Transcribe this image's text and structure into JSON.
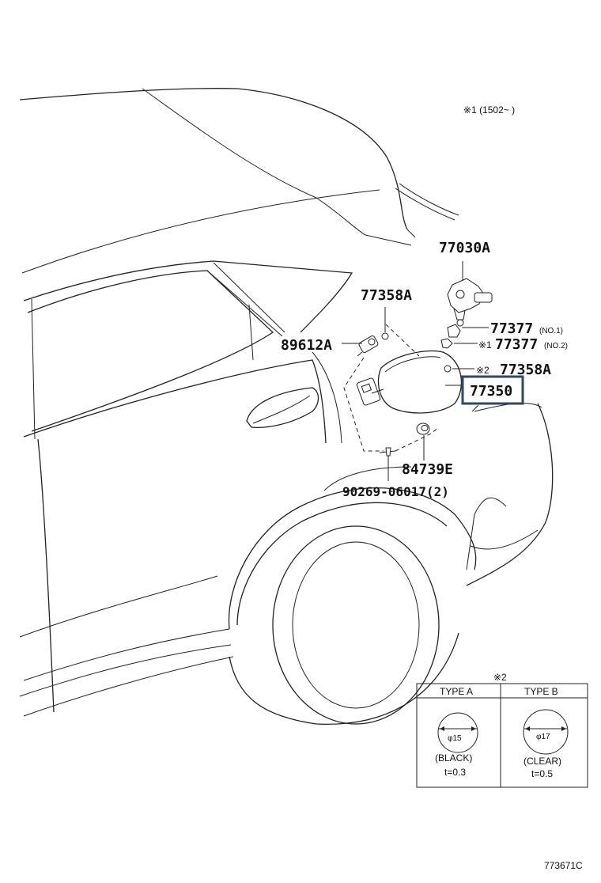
{
  "note_top": "※1 (1502~      )",
  "diagram_code": "773671C",
  "parts": {
    "p77030A": "77030A",
    "p77358A_top": "77358A",
    "p89612A": "89612A",
    "p77377_1": "77377",
    "p77377_1_tag": "(NO.1)",
    "p77377_2_prefix": "※1",
    "p77377_2": "77377",
    "p77377_2_tag": "(NO.2)",
    "p77358A_right_prefix": "※2",
    "p77358A_right": "77358A",
    "p77350": "77350",
    "p84739E": "84739E",
    "p90269": "90269-06017(2)"
  },
  "legend": {
    "title": "※2",
    "type_a": {
      "header": "TYPE A",
      "diameter": "φ15",
      "color": "(BLACK)",
      "thickness": "t=0.3"
    },
    "type_b": {
      "header": "TYPE B",
      "diameter": "φ17",
      "color": "(CLEAR)",
      "thickness": "t=0.5"
    }
  },
  "colors": {
    "highlight_border": "#2b4a66"
  }
}
